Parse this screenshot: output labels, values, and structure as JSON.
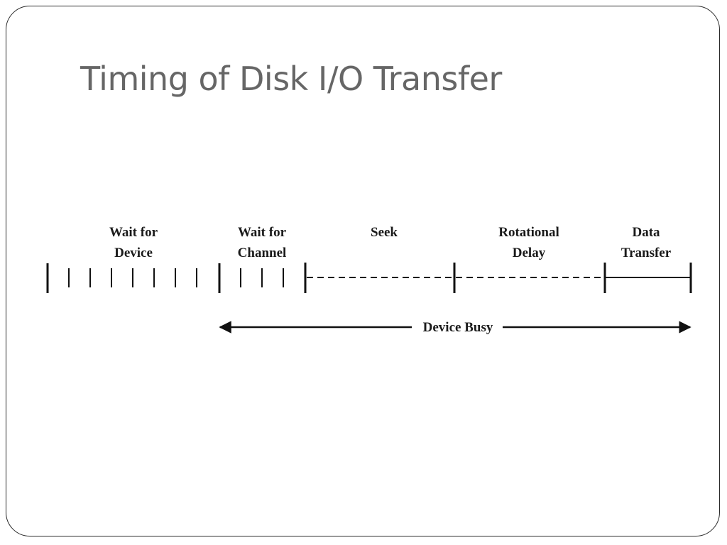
{
  "slide": {
    "title": "Timing of Disk I/O Transfer"
  },
  "diagram": {
    "phases": [
      {
        "line1": "Wait for",
        "line2": "Device"
      },
      {
        "line1": "Wait for",
        "line2": "Channel"
      },
      {
        "line1": "Seek",
        "line2": ""
      },
      {
        "line1": "Rotational",
        "line2": "Delay"
      },
      {
        "line1": "Data",
        "line2": "Transfer"
      }
    ],
    "busy_label": "Device Busy"
  }
}
